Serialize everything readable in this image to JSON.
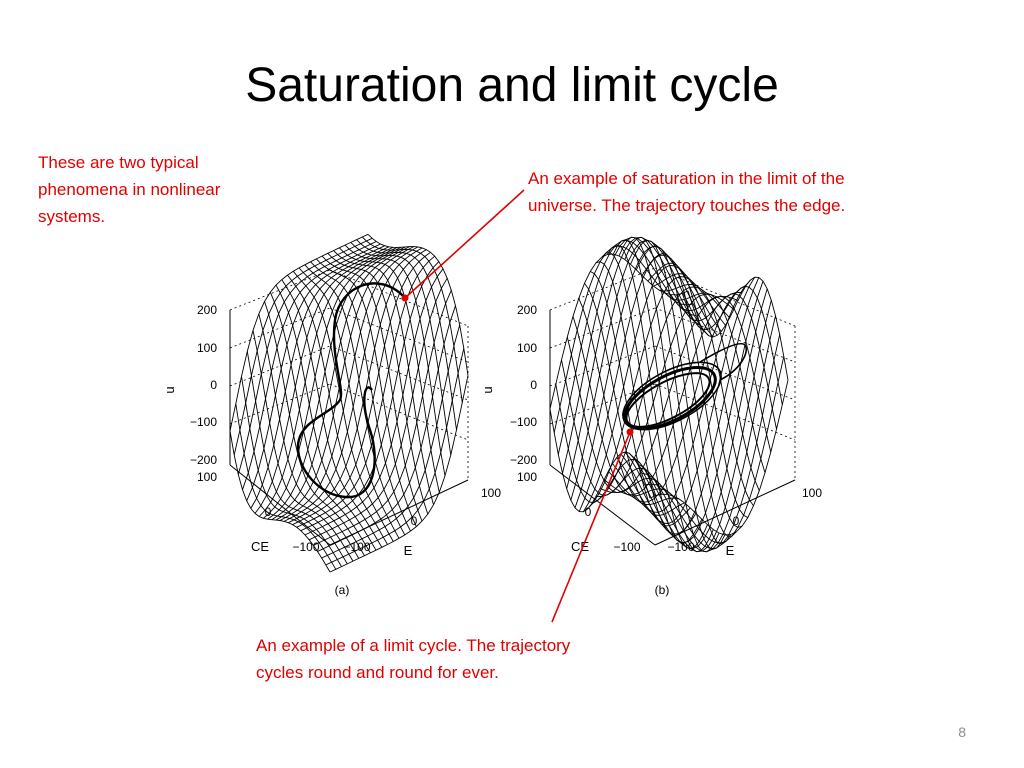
{
  "slide": {
    "title": "Saturation and limit cycle",
    "page_number": "8"
  },
  "notes": {
    "intro": "These are two typical phenomena in nonlinear systems.",
    "saturation": "An example of saturation in the limit of the universe. The trajectory touches the edge.",
    "limit_cycle": "An example of a limit cycle. The trajectory cycles round and round for ever."
  },
  "figures": [
    {
      "caption": "(a)",
      "z_label": "u",
      "z_ticks": [
        "200",
        "100",
        "0",
        "−100",
        "−200"
      ],
      "ce_label": "CE",
      "ce_ticks": [
        "100",
        "0",
        "−100"
      ],
      "e_label": "E",
      "e_ticks": [
        "−100",
        "0",
        "100"
      ]
    },
    {
      "caption": "(b)",
      "z_label": "u",
      "z_ticks": [
        "200",
        "100",
        "0",
        "−100",
        "−200"
      ],
      "ce_label": "CE",
      "ce_ticks": [
        "100",
        "0",
        "−100"
      ],
      "e_label": "E",
      "e_ticks": [
        "−100",
        "0",
        "100"
      ]
    }
  ],
  "colors": {
    "annotation": "#e00000",
    "mesh": "#000000",
    "page_number": "#8c8c8c"
  }
}
